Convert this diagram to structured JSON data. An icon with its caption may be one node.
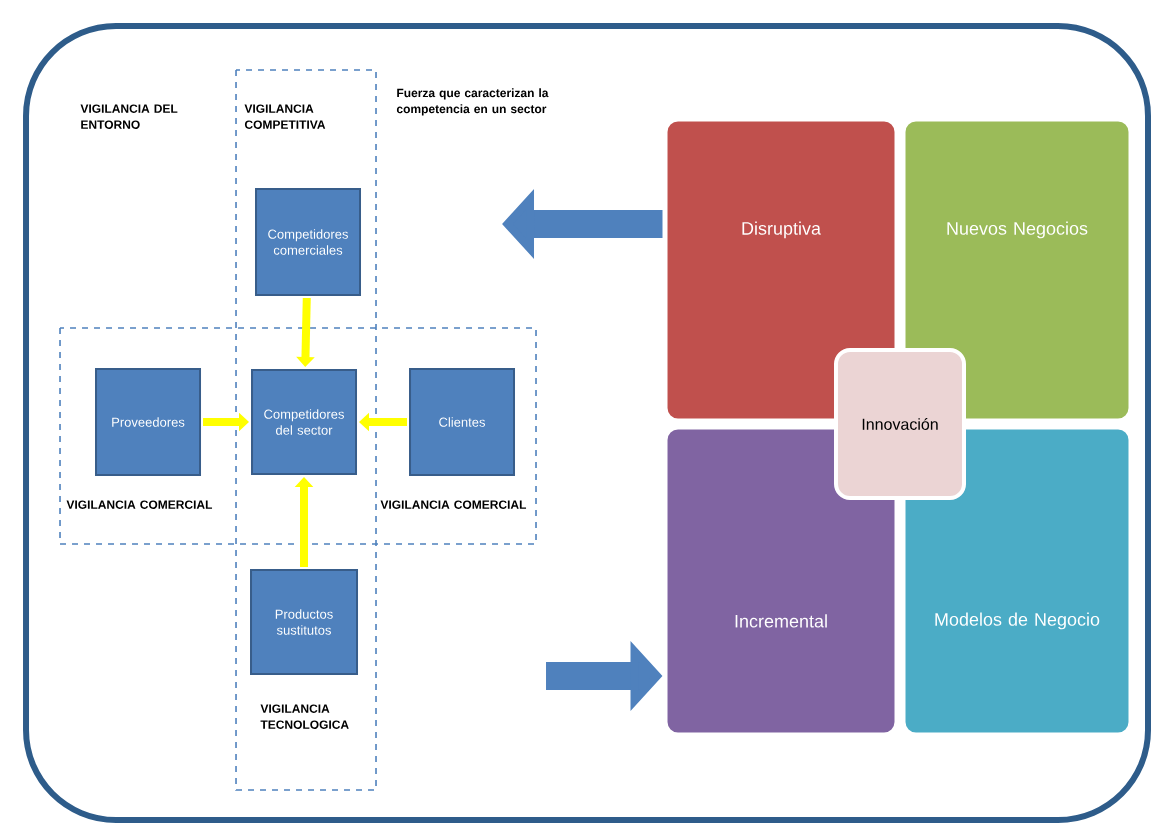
{
  "diagram": {
    "nodes": [
      {
        "text": [
          "Competidores comerciales"
        ]
      },
      {
        "text": [
          "Proveedores"
        ]
      },
      {
        "text": [
          "Competidores del sector"
        ]
      },
      {
        "text": [
          "Clientes"
        ]
      },
      {
        "text": [
          "Productos sustitutos"
        ]
      },
      {
        "text": [
          "Disruptiva"
        ]
      },
      {
        "text": [
          "Nuevos Negocios"
        ]
      },
      {
        "text": [
          "Innovación"
        ]
      },
      {
        "text": [
          "Incremental"
        ]
      },
      {
        "text": [
          "Modelos de Negocio"
        ]
      }
    ],
    "edges": [
      {
        "from": 0,
        "to": 2,
        "arrow": "to"
      },
      {
        "from": 1,
        "to": 2,
        "arrow": "to"
      },
      {
        "from": 3,
        "to": 2,
        "arrow": "to"
      },
      {
        "from": 4,
        "to": 2,
        "arrow": "to"
      },
      {
        "from": 5,
        "to": null,
        "arrow": "to",
        "style": "thick",
        "color": "#4f81bd"
      },
      {
        "from": null,
        "to": 8,
        "arrow": "to",
        "style": "thick",
        "color": "#4f81bd"
      }
    ],
    "labels": [
      "VIGILANCIA DEL ENTORNO",
      "VIGILANCIA COMPETITIVA",
      "Fuerza que caracterizan la competencia en un sector",
      "VIGILANCIA COMERCIAL",
      "VIGILANCIA COMERCIAL",
      "VIGILANCIA TECNOLOGICA"
    ]
  }
}
